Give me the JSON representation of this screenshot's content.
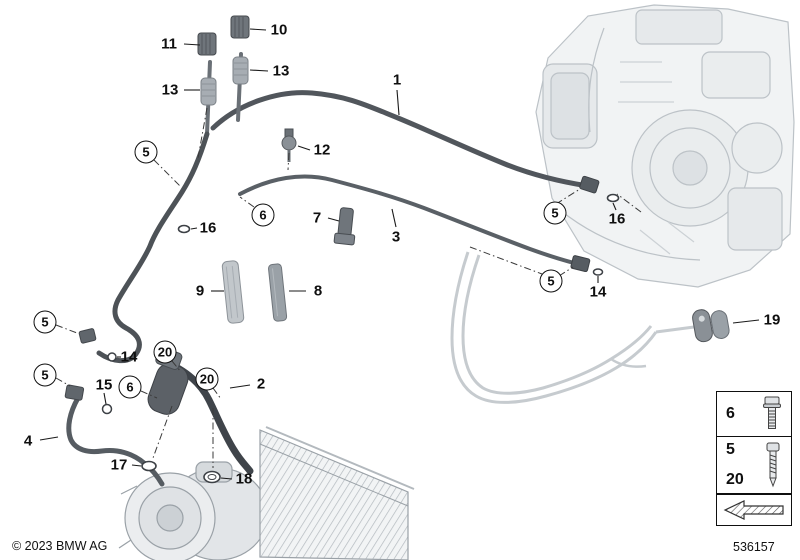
{
  "footer": {
    "copyright": "© 2023 BMW AG",
    "diagram_number": "536157"
  },
  "callouts": [
    {
      "label": "11",
      "circled": false
    },
    {
      "label": "10",
      "circled": false
    },
    {
      "label": "13",
      "circled": false
    },
    {
      "label": "13",
      "circled": false
    },
    {
      "label": "1",
      "circled": false
    },
    {
      "label": "12",
      "circled": false
    },
    {
      "label": "5",
      "circled": true
    },
    {
      "label": "16",
      "circled": false
    },
    {
      "label": "6",
      "circled": true
    },
    {
      "label": "7",
      "circled": false
    },
    {
      "label": "3",
      "circled": false
    },
    {
      "label": "5",
      "circled": true
    },
    {
      "label": "16",
      "circled": false
    },
    {
      "label": "5",
      "circled": true
    },
    {
      "label": "14",
      "circled": false
    },
    {
      "label": "9",
      "circled": false
    },
    {
      "label": "8",
      "circled": false
    },
    {
      "label": "5",
      "circled": true
    },
    {
      "label": "14",
      "circled": false
    },
    {
      "label": "20",
      "circled": true
    },
    {
      "label": "5",
      "circled": true
    },
    {
      "label": "15",
      "circled": false
    },
    {
      "label": "6",
      "circled": true
    },
    {
      "label": "20",
      "circled": true
    },
    {
      "label": "2",
      "circled": false
    },
    {
      "label": "4",
      "circled": false
    },
    {
      "label": "17",
      "circled": false
    },
    {
      "label": "18",
      "circled": false
    },
    {
      "label": "19",
      "circled": false
    }
  ],
  "legend": {
    "bolt_label": "6",
    "screw_labels": [
      "5",
      "20"
    ],
    "icons": {
      "bolt": "bolt-icon",
      "screw": "screw-icon",
      "direction": "direction-arrow-icon"
    }
  },
  "colors": {
    "hose_dark": "#3f444a",
    "pipe_gray": "#565c62",
    "housing_light": "#f1f3f4",
    "line_black": "#0f0f0f"
  }
}
